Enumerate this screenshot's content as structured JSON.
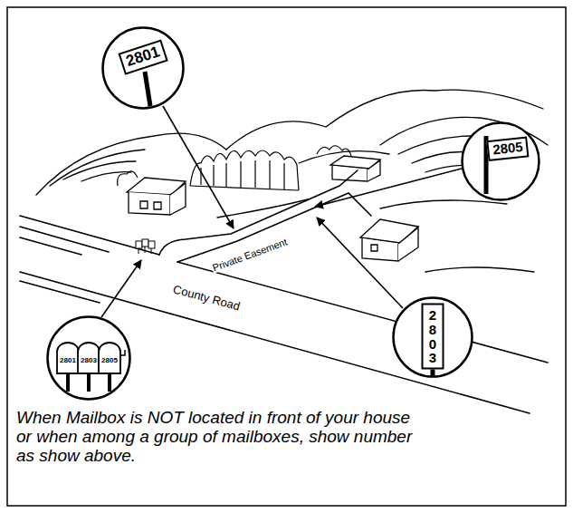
{
  "diagram": {
    "caption": "When Mailbox is NOT located in front of your house or when among a group of mailboxes, show number as show above.",
    "nodes": [
      {
        "text": [
          "2801"
        ]
      },
      {
        "text": [
          "2805"
        ]
      },
      {
        "text": [
          "2803"
        ]
      },
      {
        "text": [
          "2801",
          "2803",
          "2805"
        ]
      }
    ],
    "labels": [
      "Private Easement",
      "County Road"
    ]
  }
}
